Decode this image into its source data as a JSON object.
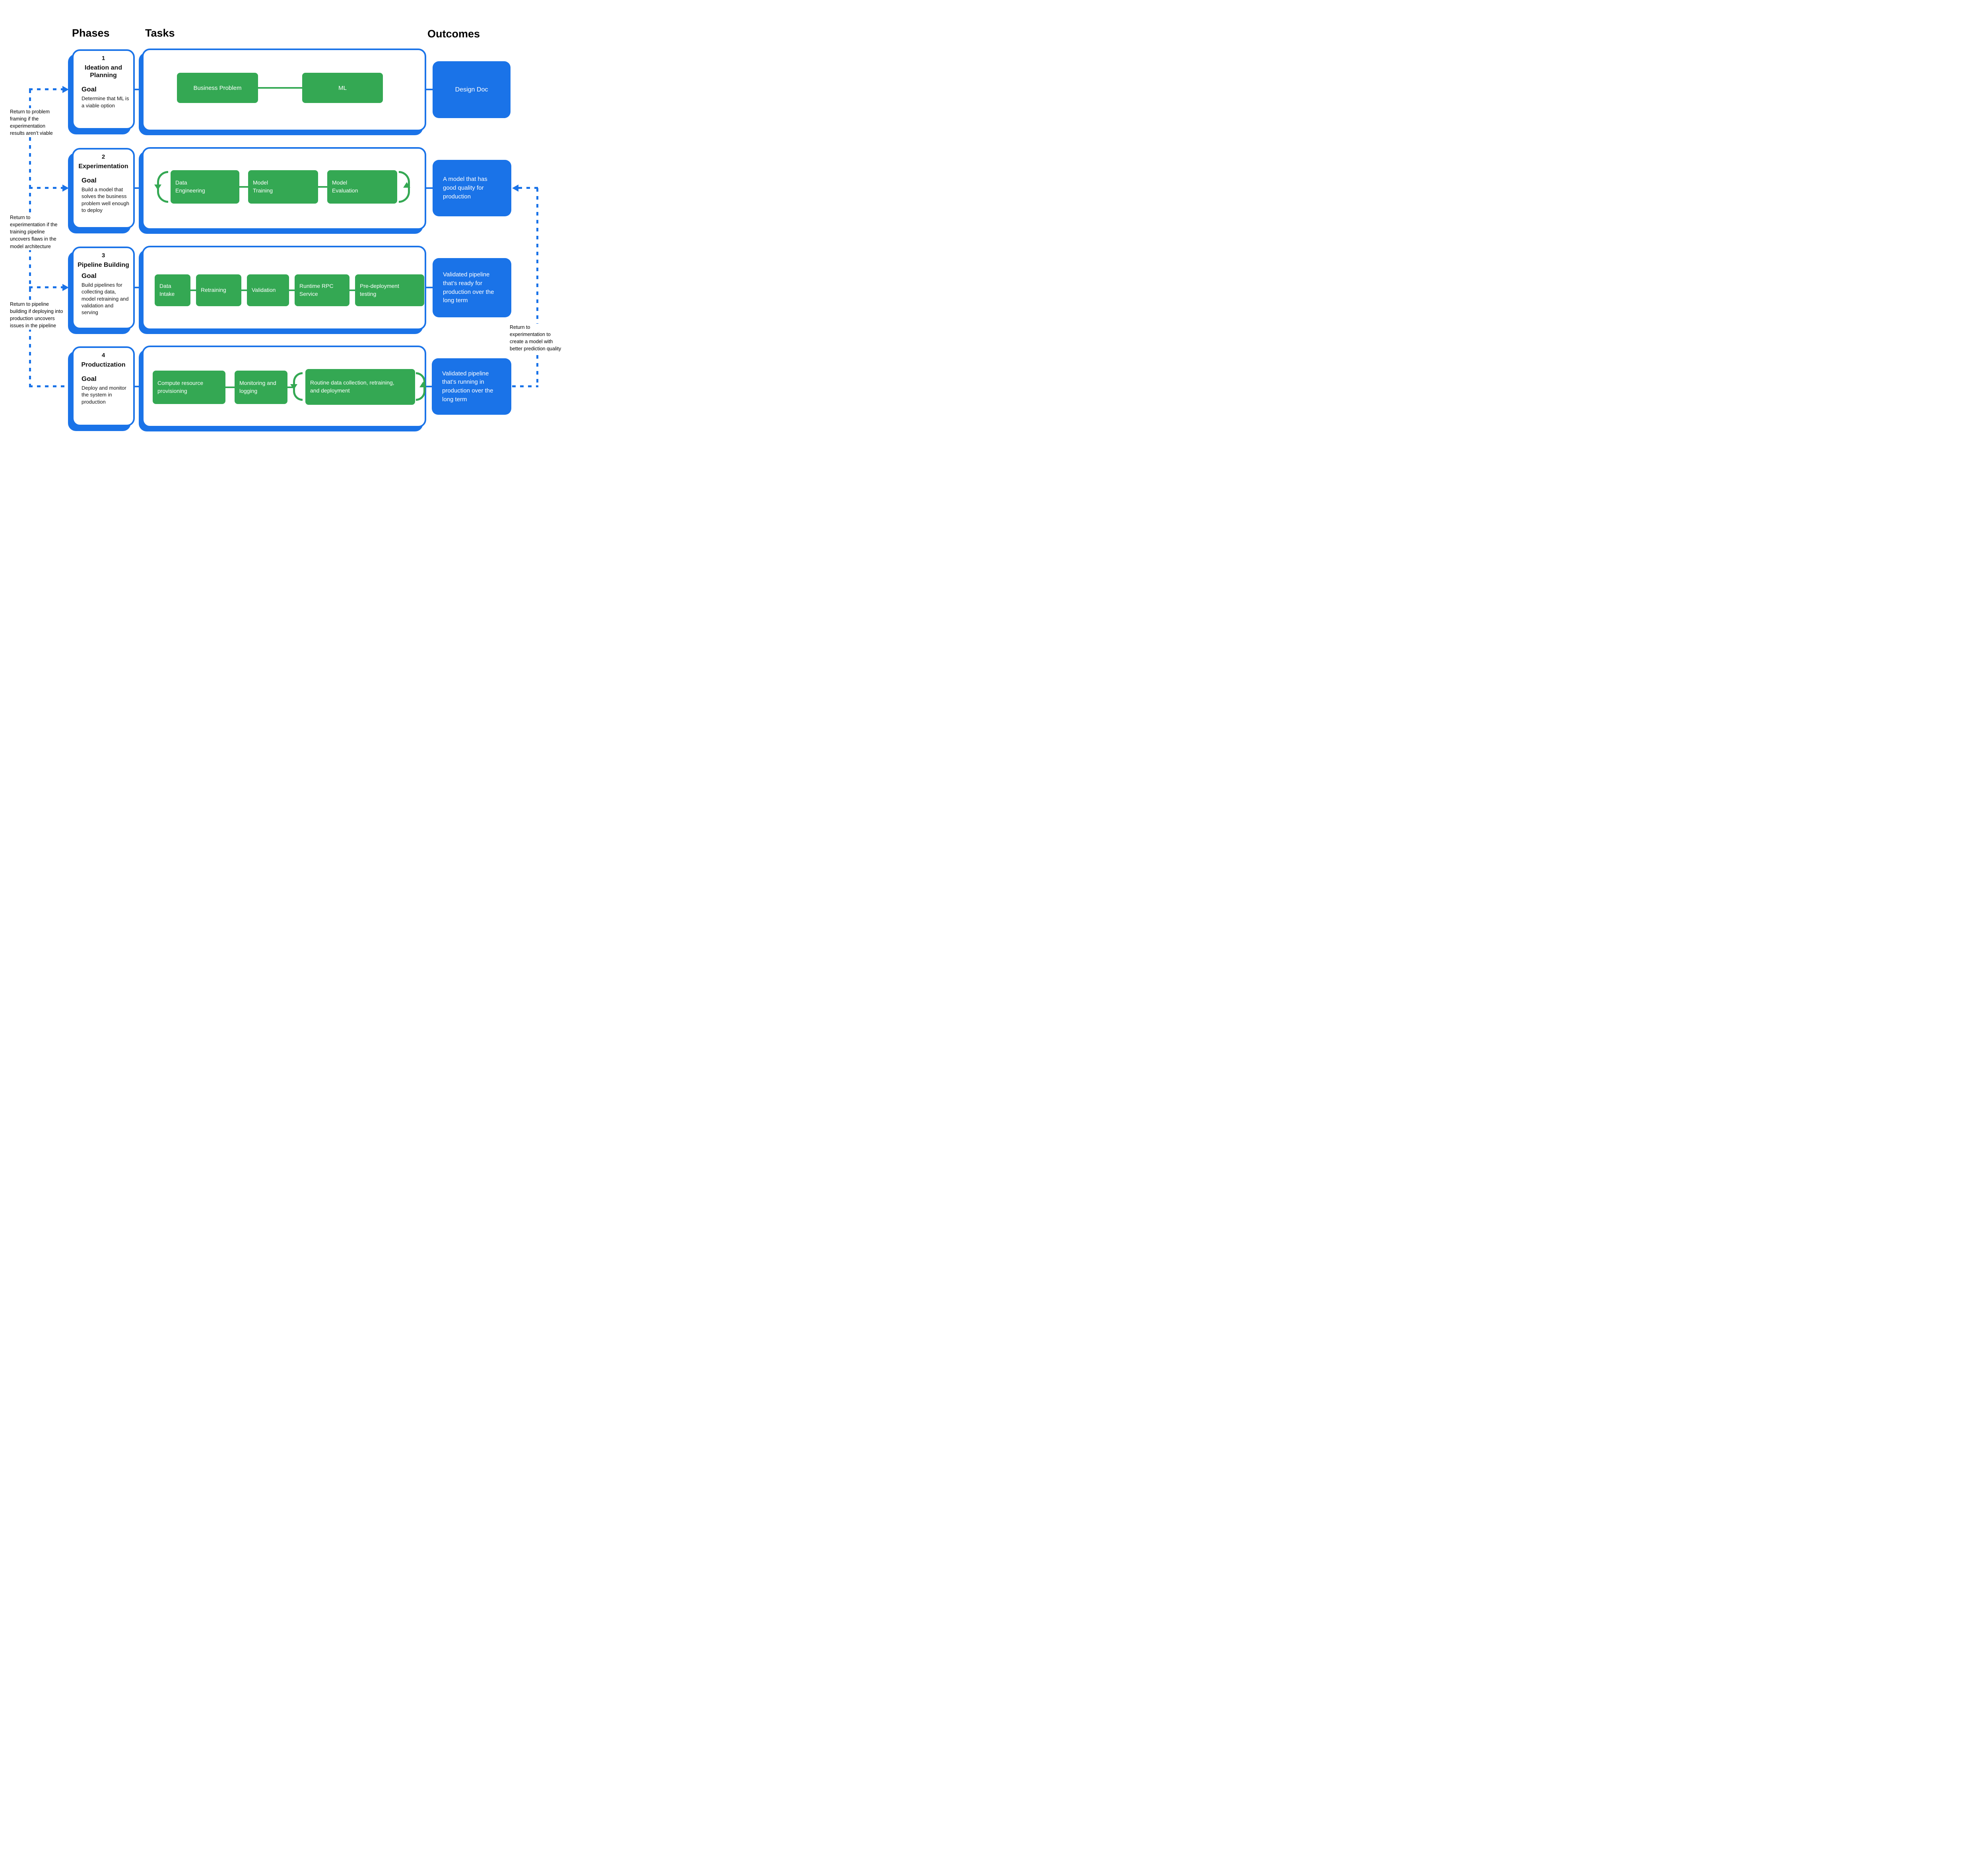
{
  "headers": {
    "phases": "Phases",
    "tasks": "Tasks",
    "outcomes": "Outcomes"
  },
  "colors": {
    "blue": "#1a73e8",
    "green": "#34a853"
  },
  "rows": [
    {
      "phase": {
        "number": "1",
        "title": "Ideation and Planning",
        "goal_label": "Goal",
        "goal_text": "Determine that ML is a viable option"
      },
      "tasks": [
        "Business Problem",
        "ML"
      ],
      "outcome": "Design Doc"
    },
    {
      "phase": {
        "number": "2",
        "title": "Experimentation",
        "goal_label": "Goal",
        "goal_text": "Build a model that solves the business problem well enough to deploy"
      },
      "tasks": [
        "Data Engineering",
        "Model Training",
        "Model Evaluation"
      ],
      "outcome": "A model that has good quality for production"
    },
    {
      "phase": {
        "number": "3",
        "title": "Pipeline Building",
        "goal_label": "Goal",
        "goal_text": "Build pipelines for collecting data, model retraining and validation and serving"
      },
      "tasks": [
        "Data Intake",
        "Retraining",
        "Validation",
        "Runtime RPC Service",
        "Pre-deployment testing"
      ],
      "outcome": "Validated pipeline that’s ready for production over the long term"
    },
    {
      "phase": {
        "number": "4",
        "title": "Productization",
        "goal_label": "Goal",
        "goal_text": "Deploy and monitor the system in production"
      },
      "tasks": [
        "Compute  resource provisioning",
        "Monitoring and logging",
        "Routine data collection, retraining, and deployment"
      ],
      "outcome": "Validated pipeline that’s running in production over the long term"
    }
  ],
  "annotations": {
    "left": [
      "Return to problem framing if the experimentation results aren’t viable",
      "Return to experimentation if the training pipeline uncovers flaws in the model architecture",
      "Return to pipeline building if deploying into production uncovers issues in the pipeline"
    ],
    "right": "Return to experimentation to create a model with better prediction quality"
  }
}
